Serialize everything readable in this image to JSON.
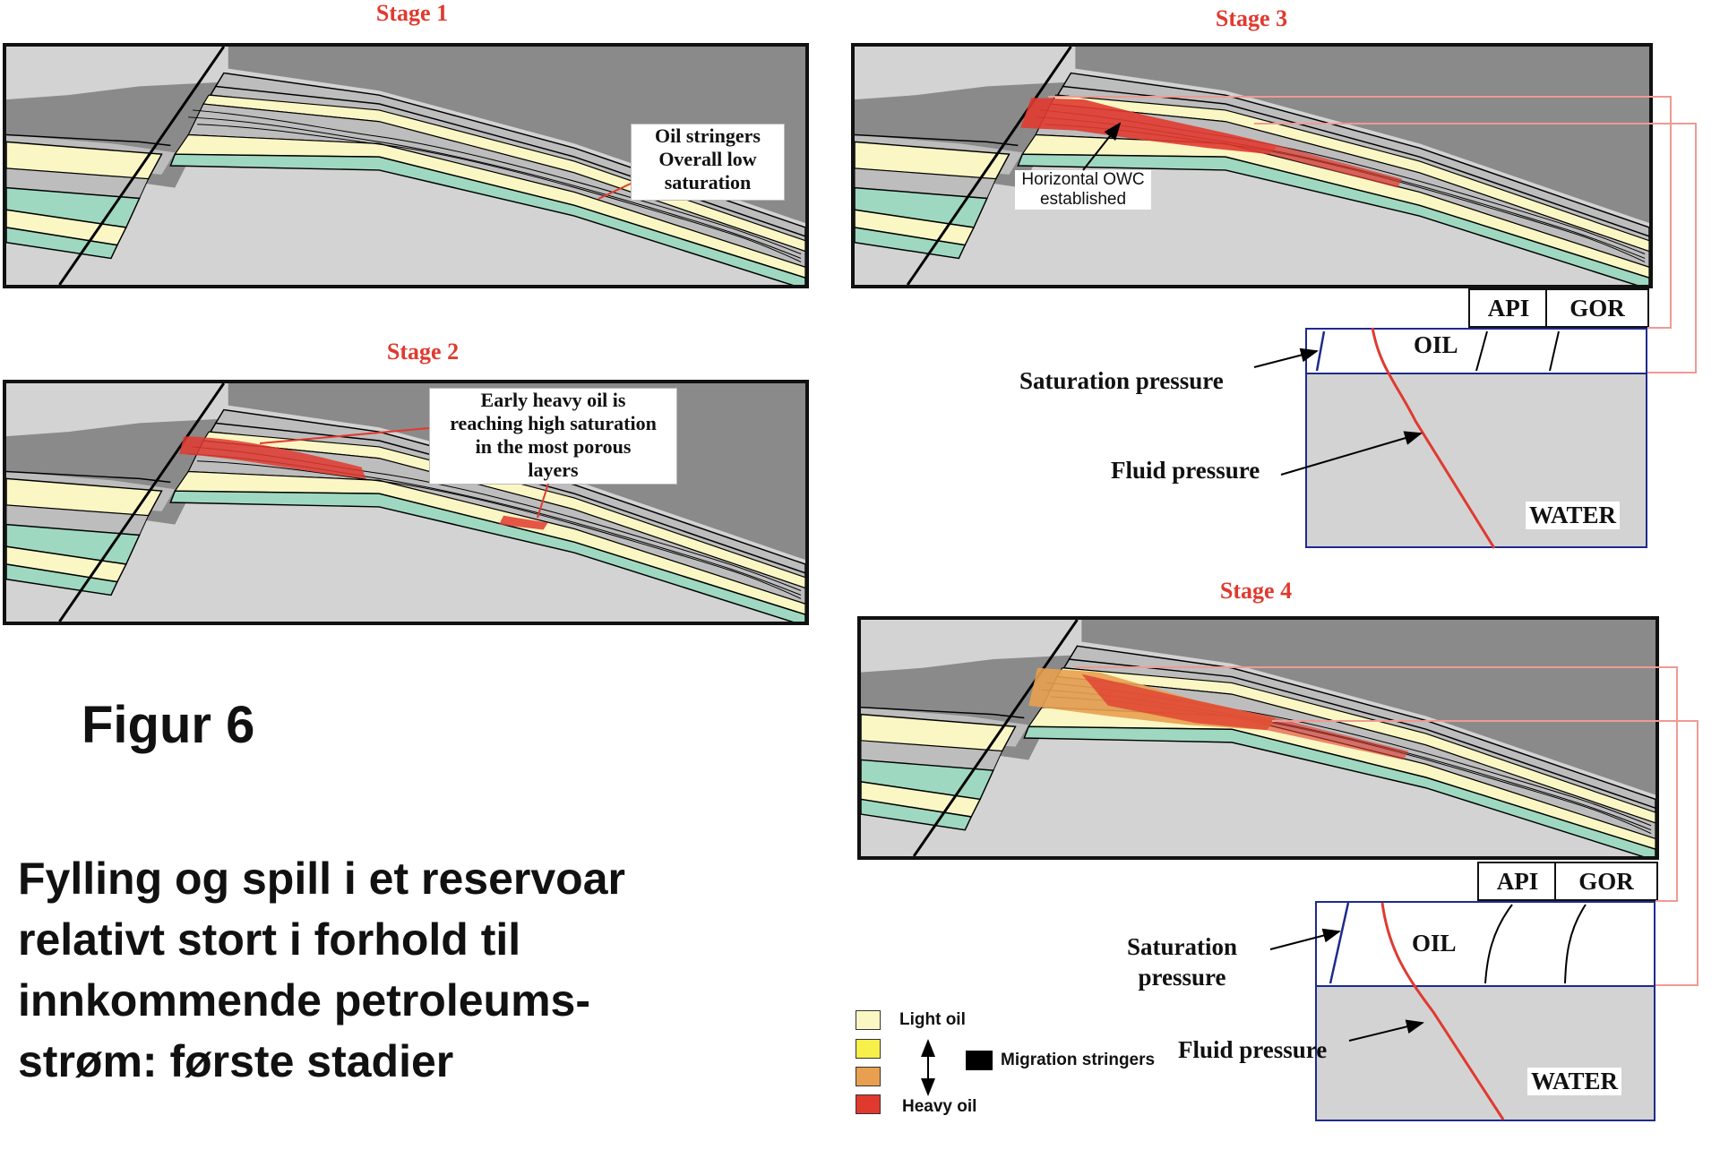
{
  "stages": {
    "s1": "Stage 1",
    "s2": "Stage 2",
    "s3": "Stage 3",
    "s4": "Stage 4"
  },
  "callouts": {
    "stage1": [
      "Oil stringers",
      "Overall low",
      "saturation"
    ],
    "stage2": [
      "Early heavy oil is",
      "reaching high saturation",
      "in the most porous",
      "layers"
    ],
    "stage3": [
      "Horizontal OWC",
      "established"
    ]
  },
  "pressure_diagram": {
    "api": "API",
    "gor": "GOR",
    "oil": "OIL",
    "water": "WATER",
    "saturation_pressure": "Saturation pressure",
    "saturation_line1": "Saturation",
    "saturation_line2": "pressure",
    "fluid_pressure": "Fluid pressure"
  },
  "legend": {
    "light_oil": "Light oil",
    "heavy_oil": "Heavy oil",
    "migration": "Migration stringers",
    "colors": [
      "#fbf7c4",
      "#f7ef4a",
      "#e8a050",
      "#e03a2f",
      "#000000"
    ]
  },
  "figure": {
    "label": "Figur 6",
    "caption": [
      "Fylling og spill i et reservoar",
      "relativt stort i forhold til",
      "innkommende petroleums-",
      "strøm: første stadier"
    ]
  }
}
